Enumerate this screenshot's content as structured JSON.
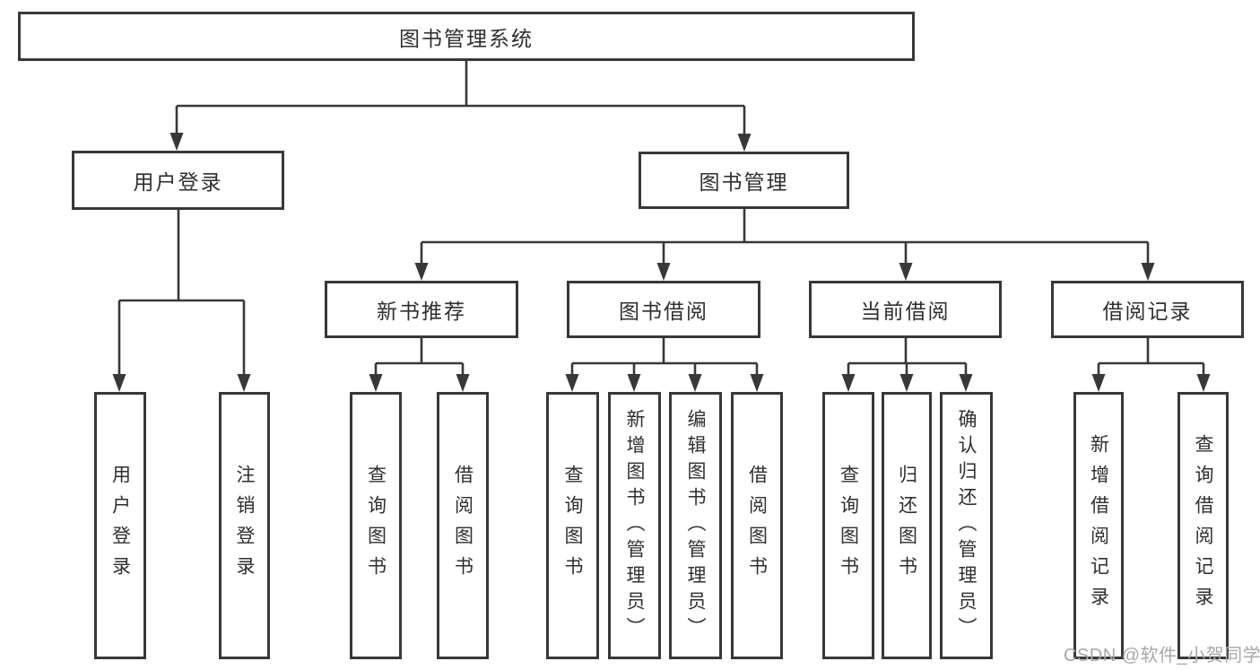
{
  "diagram": {
    "type": "tree",
    "title": "图书管理系统",
    "nodes": [
      {
        "id": "root",
        "label": "图书管理系统",
        "parent": null,
        "orientation": "horizontal"
      },
      {
        "id": "user-login",
        "label": "用户登录",
        "parent": "root",
        "orientation": "horizontal"
      },
      {
        "id": "book-management",
        "label": "图书管理",
        "parent": "root",
        "orientation": "horizontal"
      },
      {
        "id": "leaf-user-login",
        "label": "用户登录",
        "parent": "user-login",
        "orientation": "vertical"
      },
      {
        "id": "leaf-logout",
        "label": "注销登录",
        "parent": "user-login",
        "orientation": "vertical"
      },
      {
        "id": "new-book-recommend",
        "label": "新书推荐",
        "parent": "book-management",
        "orientation": "horizontal"
      },
      {
        "id": "book-borrowing",
        "label": "图书借阅",
        "parent": "book-management",
        "orientation": "horizontal"
      },
      {
        "id": "current-borrowing",
        "label": "当前借阅",
        "parent": "book-management",
        "orientation": "horizontal"
      },
      {
        "id": "borrowing-records",
        "label": "借阅记录",
        "parent": "book-management",
        "orientation": "horizontal"
      },
      {
        "id": "leaf-query-book-recommend",
        "label": "查询图书",
        "parent": "new-book-recommend",
        "orientation": "vertical"
      },
      {
        "id": "leaf-borrow-book-recommend",
        "label": "借阅图书",
        "parent": "new-book-recommend",
        "orientation": "vertical"
      },
      {
        "id": "leaf-query-book-borrowing",
        "label": "查询图书",
        "parent": "book-borrowing",
        "orientation": "vertical"
      },
      {
        "id": "leaf-add-book-admin",
        "label": "新增图书（管理员）",
        "parent": "book-borrowing",
        "orientation": "vertical"
      },
      {
        "id": "leaf-edit-book-admin",
        "label": "编辑图书（管理员）",
        "parent": "book-borrowing",
        "orientation": "vertical"
      },
      {
        "id": "leaf-borrow-book-borrowing",
        "label": "借阅图书",
        "parent": "book-borrowing",
        "orientation": "vertical"
      },
      {
        "id": "leaf-query-book-current",
        "label": "查询图书",
        "parent": "current-borrowing",
        "orientation": "vertical"
      },
      {
        "id": "leaf-return-book",
        "label": "归还图书",
        "parent": "current-borrowing",
        "orientation": "vertical"
      },
      {
        "id": "leaf-confirm-return-admin",
        "label": "确认归还（管理员）",
        "parent": "current-borrowing",
        "orientation": "vertical"
      },
      {
        "id": "leaf-add-borrow-record",
        "label": "新增借阅记录",
        "parent": "borrowing-records",
        "orientation": "vertical"
      },
      {
        "id": "leaf-query-borrow-record",
        "label": "查询借阅记录",
        "parent": "borrowing-records",
        "orientation": "vertical"
      }
    ]
  },
  "watermark": "CSDN @软件_小贺同学",
  "colors": {
    "line": "#383838",
    "box_border": "#383838",
    "text": "#2f2f2f",
    "watermark": "#a8a8a8",
    "background": "#ffffff"
  }
}
